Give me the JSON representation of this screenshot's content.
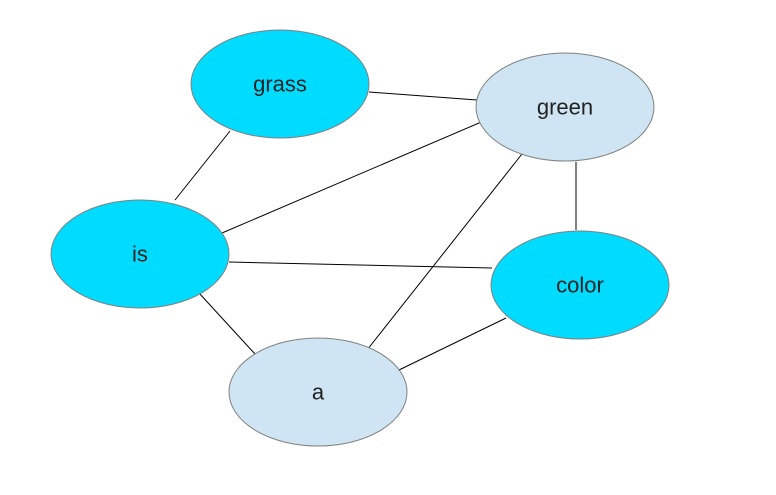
{
  "diagram": {
    "colors": {
      "highlight": "#00dcff",
      "normal": "#cfe5f3",
      "outline": "#808080",
      "edge": "#000000"
    },
    "nodes": [
      {
        "id": "grass",
        "label": "grass",
        "style": "highlight"
      },
      {
        "id": "green",
        "label": "green",
        "style": "normal"
      },
      {
        "id": "is",
        "label": "is",
        "style": "highlight"
      },
      {
        "id": "color",
        "label": "color",
        "style": "highlight"
      },
      {
        "id": "a",
        "label": "a",
        "style": "normal"
      }
    ],
    "edges": [
      {
        "from": "grass",
        "to": "green"
      },
      {
        "from": "grass",
        "to": "is"
      },
      {
        "from": "is",
        "to": "green"
      },
      {
        "from": "is",
        "to": "color"
      },
      {
        "from": "is",
        "to": "a"
      },
      {
        "from": "green",
        "to": "color"
      },
      {
        "from": "green",
        "to": "a"
      },
      {
        "from": "a",
        "to": "color"
      }
    ]
  }
}
